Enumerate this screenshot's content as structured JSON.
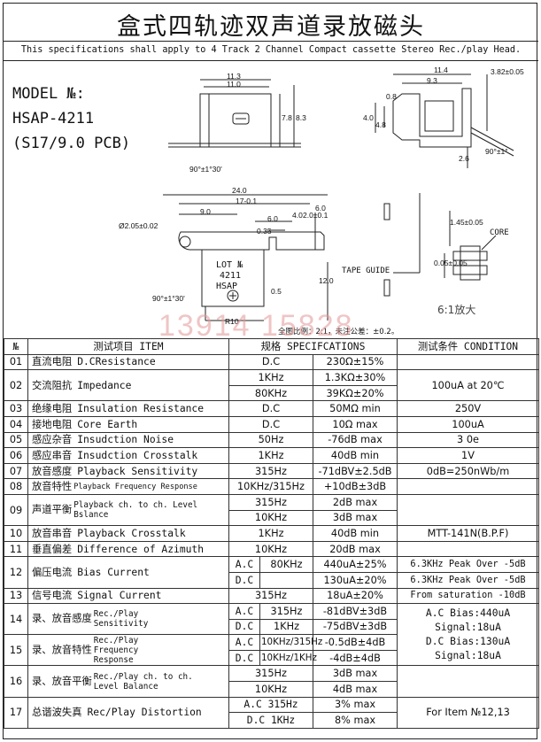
{
  "header": {
    "title": "盒式四轨迹双声道录放磁头",
    "subtitle": "This specifications shall apply to 4 Track 2 Channel Compact cassette Stereo Rec./play Head."
  },
  "model": {
    "line1": "MODEL №:",
    "line2": "HSAP-4211",
    "line3": "(S17/9.0 PCB)"
  },
  "drawing": {
    "dims_top_left": [
      "11.3",
      "11.0",
      "7.8",
      "8.3",
      "90°±1°30'"
    ],
    "dims_top_right": [
      "11.4",
      "9.3",
      "0.8",
      "4.0",
      "4.8",
      "3.82±0.05",
      "2.6",
      "90°±1°"
    ],
    "dims_main": [
      "24.0",
      "17-0.1",
      "9.0",
      "6.0",
      "0.35",
      "Ø2.05±0.02",
      "4.0",
      "2.0±0.1",
      "6.0",
      "12.0",
      "0.5",
      "R10",
      "90°±1°30'"
    ],
    "head_marking": [
      "LOT №",
      "4211",
      "HSAP"
    ],
    "core_dims": [
      "1.45±0.05",
      "0.05±0.05"
    ],
    "tape_guide": "TAPE GUIDE",
    "core": "CORE",
    "magnify": "6:1放大",
    "scale_note": "全图比例：2:1，未注公差：±0.2。"
  },
  "watermark": "13914 15828",
  "table": {
    "headers": {
      "no": "№",
      "item": "测试项目   ITEM",
      "spec": "规格 SPECIFCATIONS",
      "condition": "测试条件   CONDITION"
    },
    "rows": {
      "r01": {
        "no": "01",
        "zh": "直流电阻",
        "en": "D.CResistance",
        "a": "D.C",
        "b": "230Ω±15%"
      },
      "r02": {
        "no": "02",
        "zh": "交流阻抗",
        "en": "Impedance",
        "a1": "1KHz",
        "b1": "1.3KΩ±30%",
        "a2": "80KHz",
        "b2": "39KΩ±20%",
        "cond": "100uA at 20℃"
      },
      "r03": {
        "no": "03",
        "zh": "绝缘电阻",
        "en": "Insulation Resistance",
        "a": "D.C",
        "b": "50MΩ min",
        "cond": "250V"
      },
      "r04": {
        "no": "04",
        "zh": "接地电阻",
        "en": "Core Earth",
        "a": "D.C",
        "b": "10Ω max",
        "cond": "100uA"
      },
      "r05": {
        "no": "05",
        "zh": "感应杂音",
        "en": "Insudction Noise",
        "a": "50Hz",
        "b": "-76dB max",
        "cond": "3 0e"
      },
      "r06": {
        "no": "06",
        "zh": "感应串音",
        "en": "Insudction Crosstalk",
        "a": "1KHz",
        "b": "40dB min",
        "cond": "1V"
      },
      "r07": {
        "no": "07",
        "zh": "放音感度",
        "en": "Playback Sensitivity",
        "a": "315Hz",
        "b": "-71dBV±2.5dB",
        "cond": "0dB=250nWb/m"
      },
      "r08": {
        "no": "08",
        "zh": "放音特性",
        "en": "Playback Frequency Response",
        "a": "10KHz/315Hz",
        "b": "+10dB±3dB"
      },
      "r09": {
        "no": "09",
        "zh": "声道平衡",
        "en": "Playback ch. to ch. Level Bslance",
        "a1": "315Hz",
        "b1": "2dB max",
        "a2": "10KHz",
        "b2": "3dB max"
      },
      "r10": {
        "no": "10",
        "zh": "放音串音",
        "en": "Playback Crosstalk",
        "a": "1KHz",
        "b": "40dB min",
        "cond": "MTT-141N(B.P.F)"
      },
      "r11": {
        "no": "11",
        "zh": "垂直偏差",
        "en": "Difference of Azimuth",
        "a": "10KHz",
        "b": "20dB max"
      },
      "r12": {
        "no": "12",
        "zh": "偏压电流",
        "en": "Bias Current",
        "m1": "A.C",
        "a1": "80KHz",
        "b1": "440uA±25%",
        "c1": "6.3KHz Peak Over -5dB",
        "m2": "D.C",
        "b2": "130uA±20%",
        "c2": "6.3KHz Peak Over -5dB"
      },
      "r13": {
        "no": "13",
        "zh": "信号电流",
        "en": "Signal Current",
        "a": "315Hz",
        "b": "18uA±20%",
        "cond": "From saturation -10dB"
      },
      "r14": {
        "no": "14",
        "zh": "录、放音感度",
        "en": "Rec./Play Sensitivity",
        "m1": "A.C",
        "a1": "315Hz",
        "b1": "-81dBV±3dB",
        "m2": "D.C",
        "a2": "1KHz",
        "b2": "-75dBV±3dB"
      },
      "r15": {
        "no": "15",
        "zh": "录、放音特性",
        "en": "Rec./Play Frequency Response",
        "m1": "A.C",
        "a1": "10KHz/315Hz",
        "b1": "-0.5dB±4dB",
        "m2": "D.C",
        "a2": "10KHz/1KHz",
        "b2": "-4dB±4dB"
      },
      "r16": {
        "no": "16",
        "zh": "录、放音平衡",
        "en": "Rec./Play ch. to ch. Level Balance",
        "a1": "315Hz",
        "b1": "3dB max",
        "a2": "10KHz",
        "b2": "4dB max"
      },
      "r17": {
        "no": "17",
        "zh": "总谐波失真",
        "en": "Rec/Play Distortion",
        "a1": "A.C 315Hz",
        "b1": "3% max",
        "a2": "D.C 1KHz",
        "b2": "8% max",
        "cond": "For Item №12,13"
      }
    },
    "bias_block": [
      "A.C Bias:440uA",
      "Signal:18uA",
      "D.C Bias:130uA",
      "Signal:18uA"
    ]
  }
}
